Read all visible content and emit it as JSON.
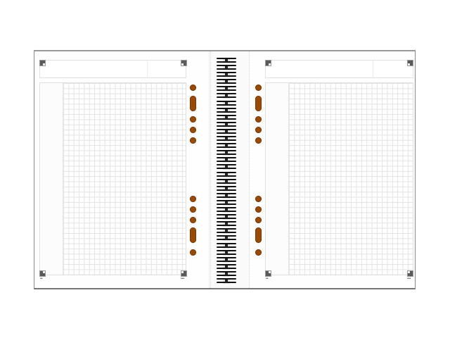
{
  "product": {
    "type": "spiral notebook, open spread",
    "ruling": "square grid",
    "colors": {
      "frame_border": "#8a8a8a",
      "grid_line": "#e3e3e3",
      "hole": "#9b4a06",
      "coil": "#111111",
      "page": "#fefefe"
    }
  },
  "left_page": {
    "corner_marks": [
      "top-left",
      "top-right",
      "bottom-left",
      "bottom-right"
    ],
    "bottom_left_dots": "••",
    "bottom_right_dots": "•••",
    "holes_top": [
      "circle",
      "pill",
      "circle",
      "circle",
      "circle"
    ],
    "holes_bottom": [
      "circle",
      "circle",
      "circle",
      "pill",
      "circle"
    ]
  },
  "right_page": {
    "corner_marks": [
      "top-left",
      "top-right",
      "bottom-left",
      "bottom-right"
    ],
    "bottom_left_dots": "••",
    "bottom_right_dots": "•••",
    "holes_top": [
      "circle",
      "pill",
      "circle",
      "circle",
      "circle"
    ],
    "holes_bottom": [
      "circle",
      "circle",
      "circle",
      "pill",
      "circle"
    ]
  },
  "spiral": {
    "coil_count": 32
  }
}
